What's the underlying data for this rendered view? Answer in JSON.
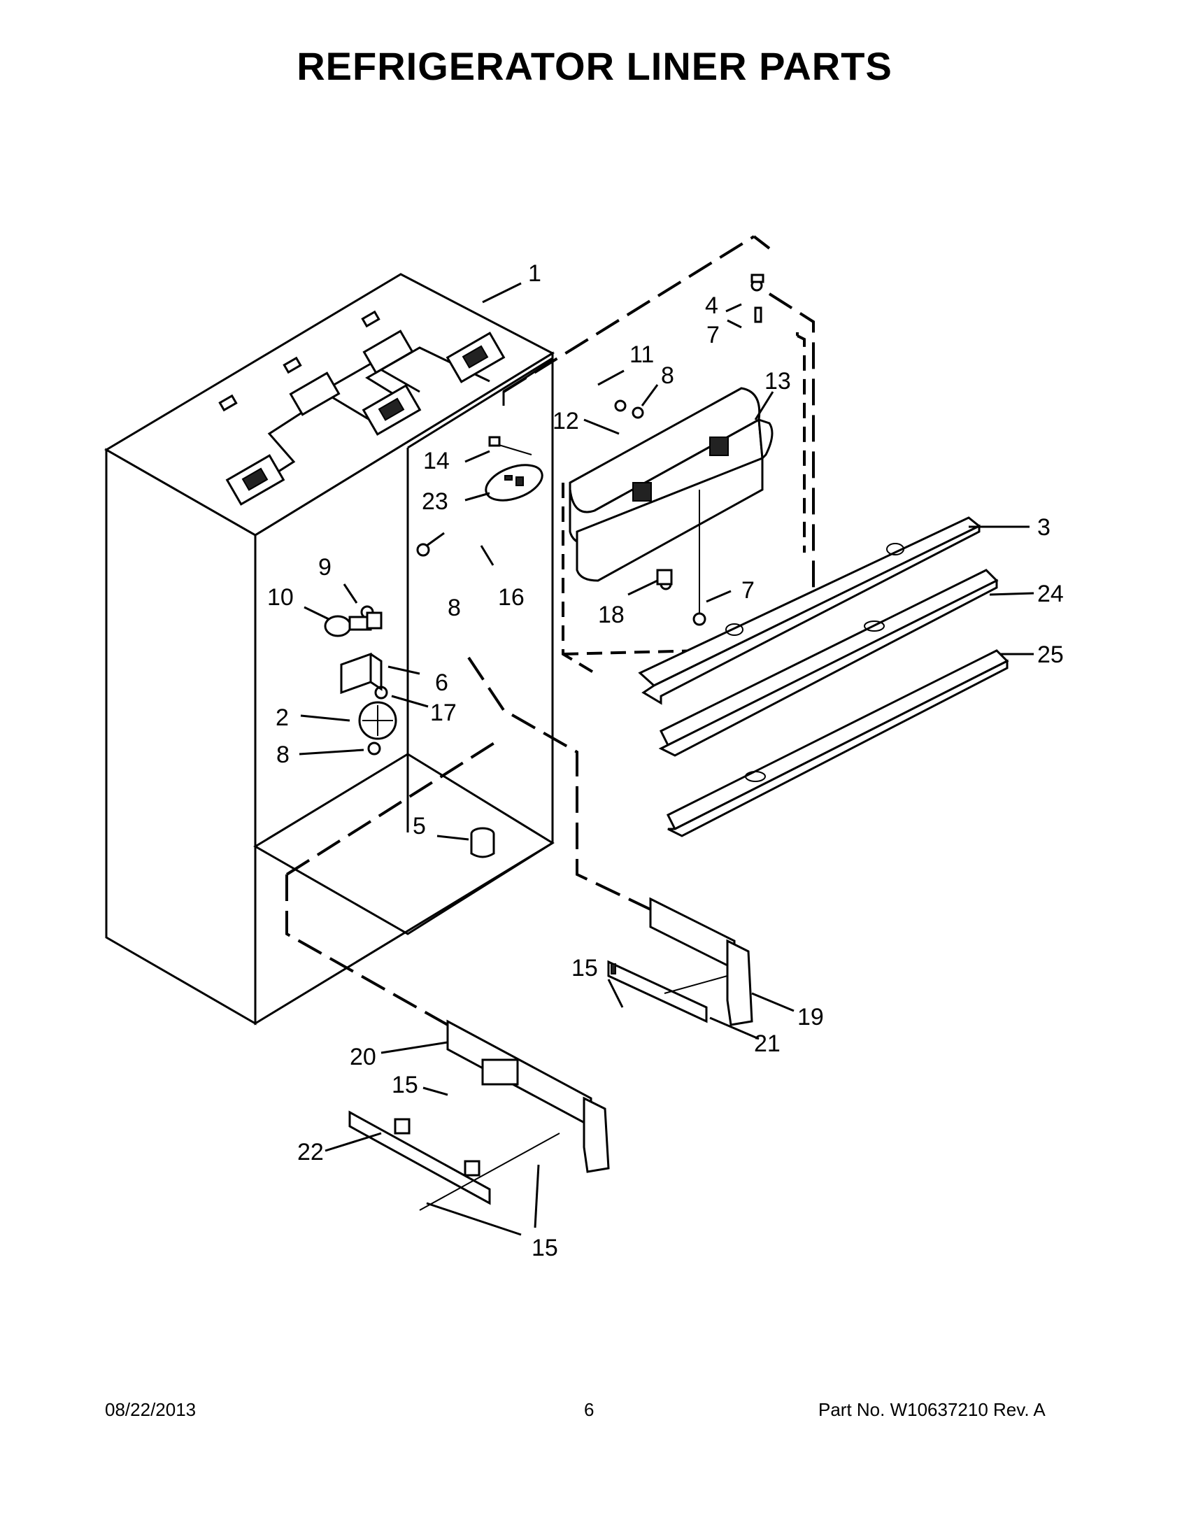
{
  "title": "REFRIGERATOR LINER PARTS",
  "callouts": {
    "c1": "1",
    "c2": "2",
    "c3": "3",
    "c4": "4",
    "c5": "5",
    "c6": "6",
    "c7a": "7",
    "c7b": "7",
    "c8a": "8",
    "c8b": "8",
    "c8c": "8",
    "c9": "9",
    "c10": "10",
    "c11": "11",
    "c12": "12",
    "c13": "13",
    "c14": "14",
    "c15a": "15",
    "c15b": "15",
    "c15c": "15",
    "c16": "16",
    "c17": "17",
    "c18": "18",
    "c19": "19",
    "c20": "20",
    "c21": "21",
    "c22": "22",
    "c23": "23",
    "c24": "24",
    "c25": "25"
  },
  "footer": {
    "date": "08/22/2013",
    "page": "6",
    "part": "Part No.  W10637210  Rev.  A"
  }
}
